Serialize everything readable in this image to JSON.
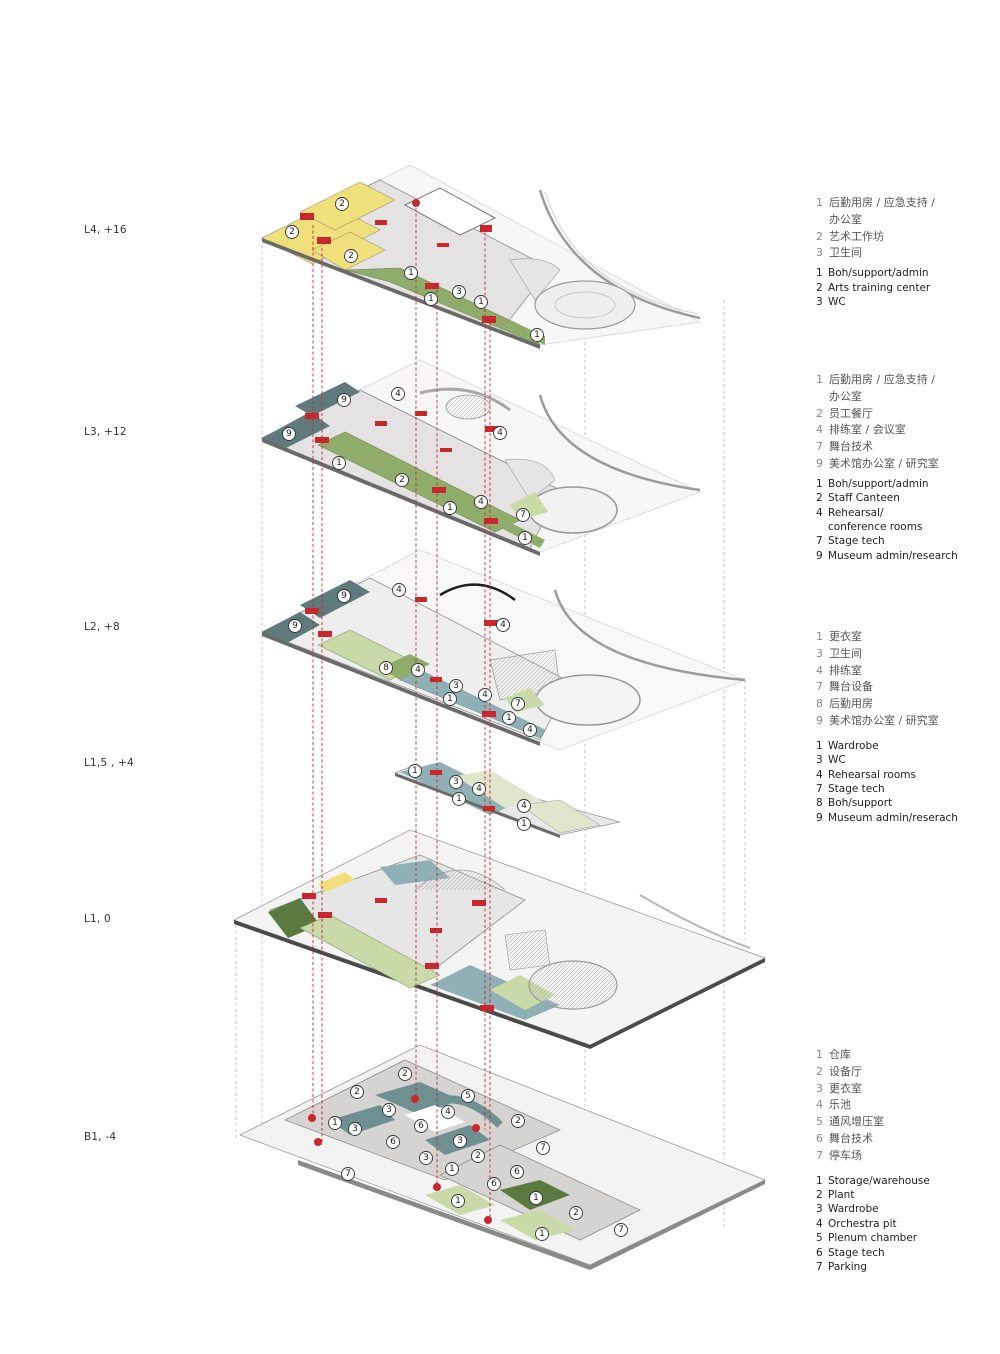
{
  "colors": {
    "red_core": "#c8282c",
    "green": "#8fac6a",
    "light_green": "#c9d9a8",
    "dark_green": "#5a7a40",
    "yellow": "#f2e27a",
    "teal": "#8fb0b4",
    "dark_teal": "#5f7a7c",
    "slab_gray": "#e2e0e0",
    "outline": "#9a9a9a"
  },
  "levels": [
    {
      "id": "L4",
      "label": "L4, +16",
      "legend_cn": [
        {
          "num": "1",
          "text": "后勤用房 / 应急支持 /",
          "cont": "办公室"
        },
        {
          "num": "2",
          "text": "艺术工作坊"
        },
        {
          "num": "3",
          "text": "卫生间"
        }
      ],
      "legend_en": [
        {
          "num": "1",
          "text": "Boh/support/admin"
        },
        {
          "num": "2",
          "text": "Arts training center"
        },
        {
          "num": "3",
          "text": "WC"
        }
      ],
      "badges": [
        "2",
        "2",
        "2",
        "1",
        "1",
        "3",
        "1",
        "1"
      ]
    },
    {
      "id": "L3",
      "label": "L3, +12",
      "legend_cn": [
        {
          "num": "1",
          "text": "后勤用房 / 应急支持 /",
          "cont": "办公室"
        },
        {
          "num": "2",
          "text": "员工餐厅"
        },
        {
          "num": "4",
          "text": "排练室 / 会议室"
        },
        {
          "num": "7",
          "text": "舞台技术"
        },
        {
          "num": "9",
          "text": "美术馆办公室 / 研究室"
        }
      ],
      "legend_en": [
        {
          "num": "1",
          "text": "Boh/support/admin"
        },
        {
          "num": "2",
          "text": "Staff Canteen"
        },
        {
          "num": "4",
          "text": "Rehearsal/",
          "cont": "conference rooms"
        },
        {
          "num": "7",
          "text": "Stage tech"
        },
        {
          "num": "9",
          "text": "Museum admin/research"
        }
      ],
      "badges": [
        "9",
        "4",
        "9",
        "4",
        "1",
        "2",
        "1",
        "4",
        "7",
        "1"
      ]
    },
    {
      "id": "L2",
      "label": "L2, +8",
      "legend_cn": [
        {
          "num": "1",
          "text": "更衣室"
        },
        {
          "num": "3",
          "text": "卫生间"
        },
        {
          "num": "4",
          "text": "排练室"
        },
        {
          "num": "7",
          "text": "舞台设备"
        },
        {
          "num": "8",
          "text": "后勤用房"
        },
        {
          "num": "9",
          "text": "美术馆办公室 / 研究室"
        }
      ],
      "legend_en": [
        {
          "num": "1",
          "text": "Wardrobe"
        },
        {
          "num": "3",
          "text": "WC"
        },
        {
          "num": "4",
          "text": "Rehearsal rooms"
        },
        {
          "num": "7",
          "text": "Stage tech"
        },
        {
          "num": "8",
          "text": "Boh/support"
        },
        {
          "num": "9",
          "text": "Museum admin/reserach"
        }
      ],
      "badges": [
        "9",
        "4",
        "9",
        "4",
        "8",
        "4",
        "3",
        "1",
        "4",
        "7",
        "1",
        "4"
      ]
    },
    {
      "id": "L1_5",
      "label": "L1,5 , +4",
      "badges": [
        "1",
        "3",
        "4",
        "1",
        "4",
        "1"
      ]
    },
    {
      "id": "L1",
      "label": "L1, 0"
    },
    {
      "id": "B1",
      "label": "B1, -4",
      "legend_cn": [
        {
          "num": "1",
          "text": "仓库"
        },
        {
          "num": "2",
          "text": "设备厅"
        },
        {
          "num": "3",
          "text": "更衣室"
        },
        {
          "num": "4",
          "text": "乐池"
        },
        {
          "num": "5",
          "text": "通风增压室"
        },
        {
          "num": "6",
          "text": "舞台技术"
        },
        {
          "num": "7",
          "text": "停车场"
        }
      ],
      "legend_en": [
        {
          "num": "1",
          "text": "Storage/warehouse"
        },
        {
          "num": "2",
          "text": "Plant"
        },
        {
          "num": "3",
          "text": "Wardrobe"
        },
        {
          "num": "4",
          "text": "Orchestra pit"
        },
        {
          "num": "5",
          "text": "Plenum chamber"
        },
        {
          "num": "6",
          "text": "Stage tech"
        },
        {
          "num": "7",
          "text": "Parking"
        }
      ],
      "badges": [
        "2",
        "2",
        "5",
        "3",
        "4",
        "1",
        "3",
        "6",
        "2",
        "6",
        "3",
        "7",
        "2",
        "3",
        "1",
        "6",
        "7",
        "6",
        "1",
        "1",
        "2",
        "1",
        "7"
      ]
    }
  ]
}
